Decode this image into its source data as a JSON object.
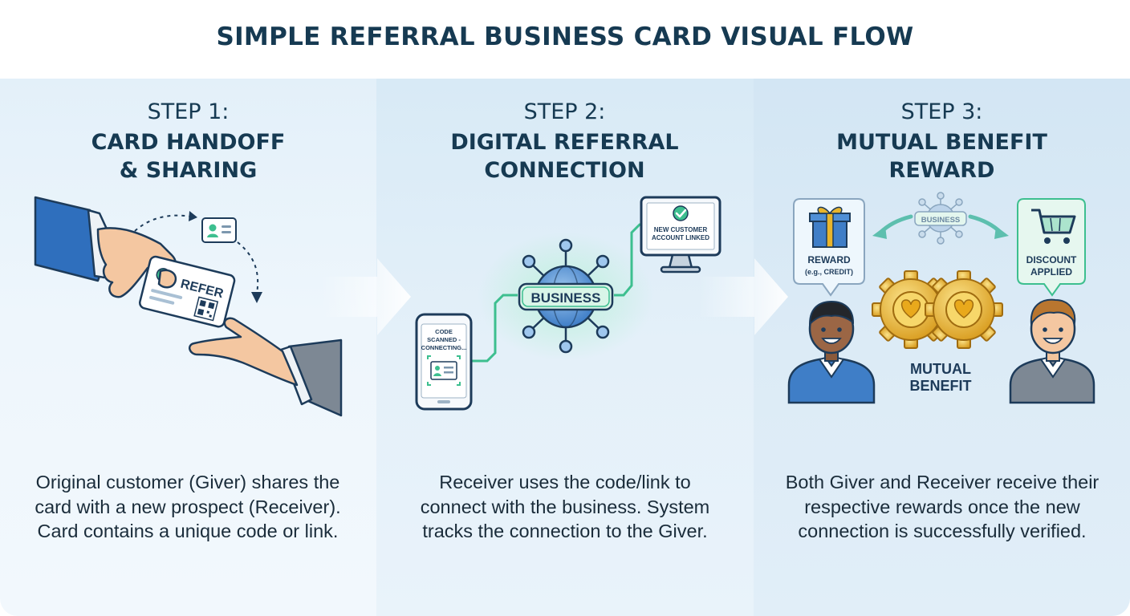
{
  "title": "SIMPLE REFERRAL BUSINESS CARD VISUAL FLOW",
  "steps": [
    {
      "label": "STEP 1:",
      "title_lines": [
        "CARD HANDOFF",
        "& SHARING"
      ],
      "card_text": "REFER",
      "description": "Original customer (Giver) shares the card with a new prospect (Receiver). Card contains a unique code or link."
    },
    {
      "label": "STEP 2:",
      "title_lines": [
        "DIGITAL REFERRAL",
        "CONNECTION"
      ],
      "phone_lines": [
        "CODE",
        "SCANNED -",
        "CONNECTING..."
      ],
      "hub_label": "BUSINESS",
      "monitor_lines": [
        "NEW CUSTOMER",
        "ACCOUNT LINKED"
      ],
      "description": "Receiver uses the code/link to connect with the business. System tracks the connection to the Giver."
    },
    {
      "label": "STEP 3:",
      "title_lines": [
        "MUTUAL BENEFIT",
        "REWARD"
      ],
      "business_label": "BUSINESS",
      "reward_lines": [
        "REWARD",
        "(e.g., CREDIT)"
      ],
      "discount_lines": [
        "DISCOUNT",
        "APPLIED"
      ],
      "mutual_lines": [
        "MUTUAL",
        "BENEFIT"
      ],
      "description": "Both Giver and Receiver receive their respective rewards once the new connection is successfully verified."
    }
  ],
  "colors": {
    "title": "#163a52",
    "accent_green": "#3dbf8f",
    "accent_blue": "#3f7ec7",
    "gold": "#e9b52c",
    "panel_1": "#e3f0f9",
    "panel_2": "#d8eaf6",
    "panel_3": "#d3e6f4"
  }
}
